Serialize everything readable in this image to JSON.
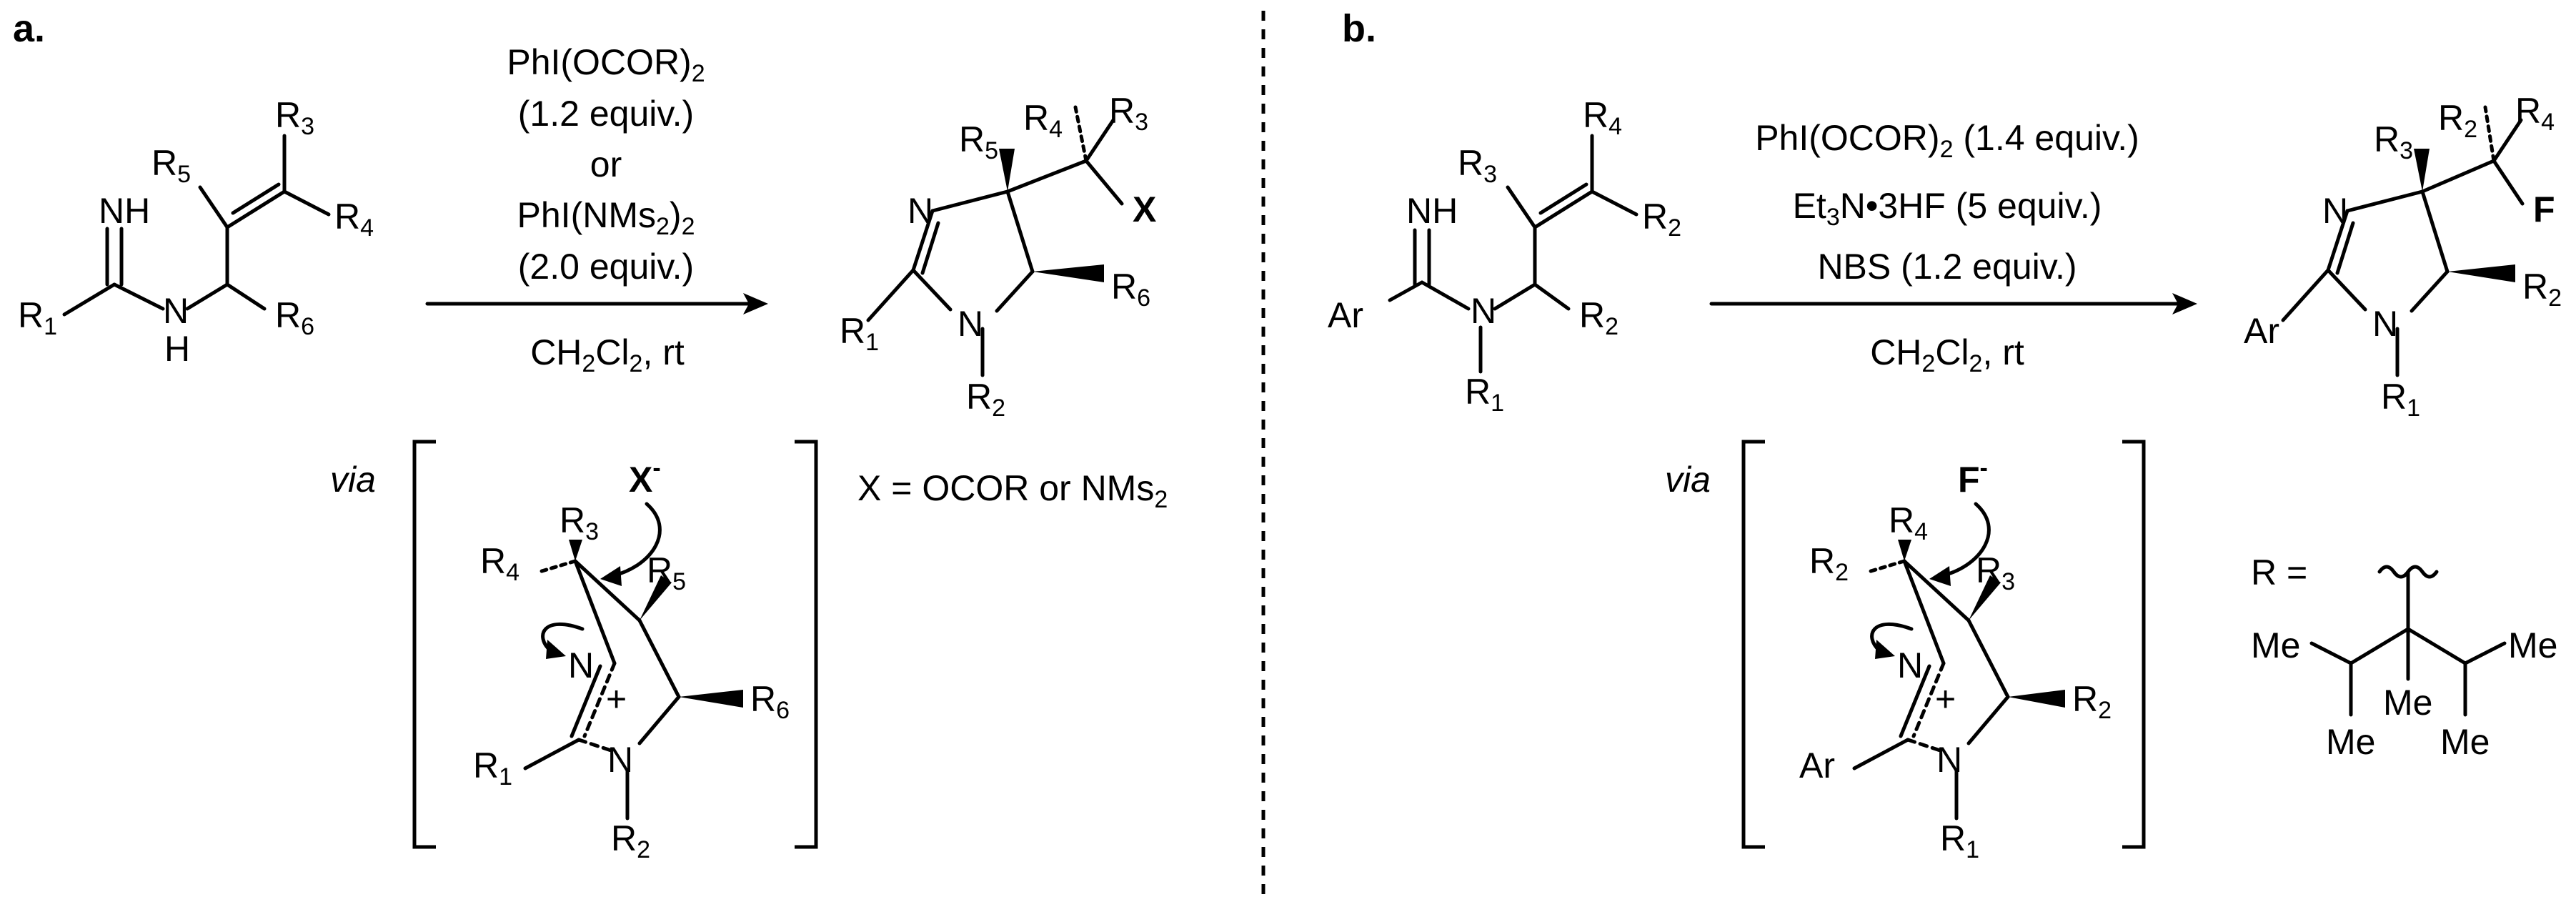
{
  "panels": {
    "a": {
      "label": "a.",
      "reagent_lines": [
        {
          "main": "PhI(OCOR)",
          "sub": "2",
          "tail": ""
        },
        {
          "main": "(1.2 equiv.)",
          "sub": "",
          "tail": ""
        },
        {
          "main": "or",
          "sub": "",
          "tail": ""
        },
        {
          "main": "PhI(NMs",
          "sub": "2",
          "tail": ")"
        },
        {
          "main": "",
          "sub": "2",
          "tail": ""
        },
        {
          "main": "(2.0 equiv.)",
          "sub": "",
          "tail": ""
        }
      ],
      "solvent": {
        "a": "CH",
        "s1": "2",
        "b": "Cl",
        "s2": "2",
        "c": ", rt"
      },
      "via": "via",
      "nucleophile": {
        "main": "X",
        "sup": "-"
      },
      "x_definition": {
        "main": "X = OCOR or NMs",
        "sub": "2"
      },
      "product_x": "X",
      "atoms": {
        "NH_top": "NH",
        "N_H": "N",
        "H": "H",
        "N_ring": "N",
        "N_ring2": "N",
        "N_cation": "N",
        "N_ring3": "N",
        "plus": "+"
      },
      "groups": [
        "R",
        "R",
        "R",
        "R",
        "R",
        "R"
      ],
      "subscripts": [
        "1",
        "2",
        "3",
        "4",
        "5",
        "6"
      ]
    },
    "b": {
      "label": "b.",
      "reagent_lines": [
        {
          "main": "PhI(OCOR)",
          "sub": "2",
          "tail": " (1.4 equiv.)"
        },
        {
          "main": "Et",
          "sub": "3",
          "tail": "N•3HF (5 equiv.)"
        },
        {
          "main": "NBS (1.2 equiv.)",
          "sub": "",
          "tail": ""
        }
      ],
      "solvent": {
        "a": "CH",
        "s1": "2",
        "b": "Cl",
        "s2": "2",
        "c": ", rt"
      },
      "via": "via",
      "nucleophile": {
        "main": "F",
        "sup": "-"
      },
      "product_f": "F",
      "ar": "Ar",
      "r_definition": "R =",
      "substituent_me": "Me",
      "atoms": {
        "NH_top": "NH",
        "N_amine": "N",
        "N_ring": "N",
        "N_ring2": "N",
        "N_cation": "N",
        "N_ring3": "N",
        "plus": "+"
      },
      "groups": [
        "R",
        "R",
        "R",
        "R"
      ],
      "subscripts": [
        "1",
        "2",
        "3",
        "4"
      ]
    }
  }
}
